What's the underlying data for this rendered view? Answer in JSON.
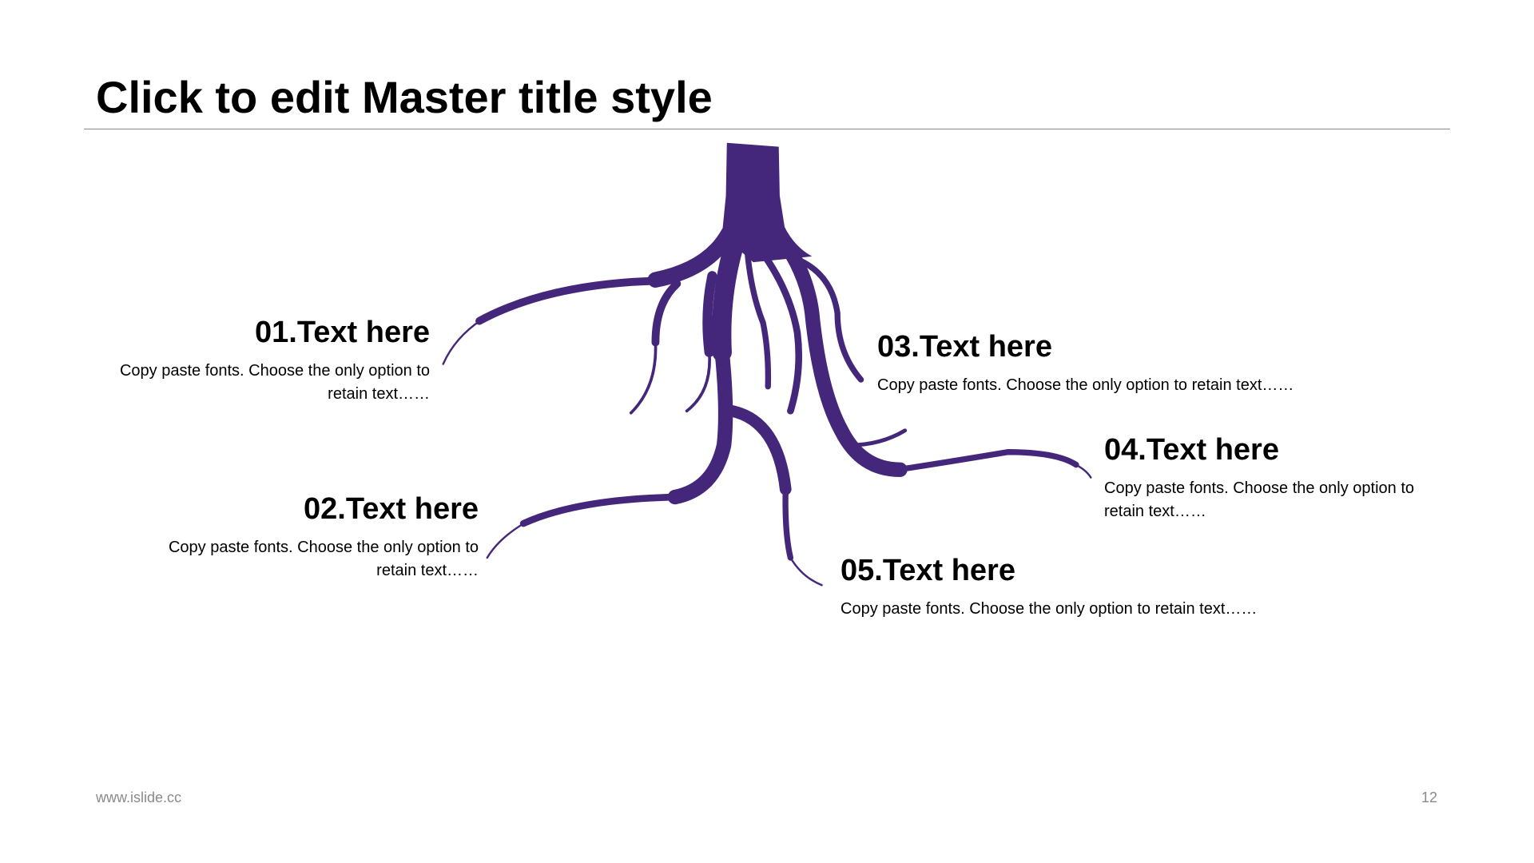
{
  "title": "Click to edit Master title style",
  "accent_color": "#44277a",
  "items": [
    {
      "heading": "01.Text here",
      "body": "Copy paste fonts. Choose the only option to retain text……"
    },
    {
      "heading": "02.Text here",
      "body": "Copy paste fonts. Choose the only option to retain text……"
    },
    {
      "heading": "03.Text here",
      "body": "Copy paste fonts. Choose the only option to retain text……"
    },
    {
      "heading": "04.Text here",
      "body": "Copy paste fonts. Choose the only option to retain text……"
    },
    {
      "heading": "05.Text here",
      "body": "Copy paste fonts. Choose the only option to retain text……"
    }
  ],
  "footer": {
    "website": "www.islide.cc",
    "page_number": "12"
  }
}
